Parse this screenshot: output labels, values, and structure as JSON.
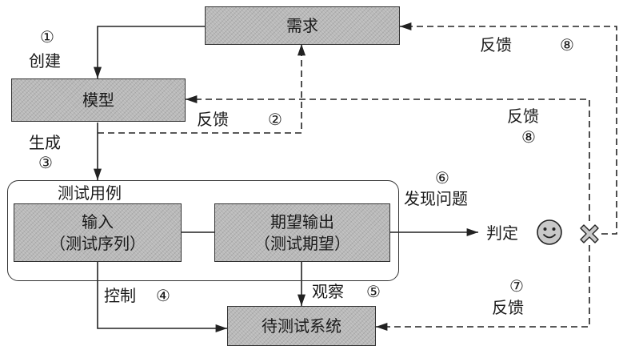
{
  "boxes": {
    "requirement": "需求",
    "model": "模型",
    "test_case_group": "测试用例",
    "input_line1": "输入",
    "input_line2": "（测试序列）",
    "expected_line1": "期望输出",
    "expected_line2": "（测试期望）",
    "sut": "待测试系统",
    "verdict": "判定"
  },
  "steps": {
    "create_num": "①",
    "create": "创建",
    "feedback2": "反馈",
    "feedback2_num": "②",
    "generate": "生成",
    "generate_num": "③",
    "control": "控制",
    "control_num": "④",
    "observe": "观察",
    "observe_num": "⑤",
    "find_issue_num": "⑥",
    "find_issue": "发现问题",
    "feedback7_num": "⑦",
    "feedback7": "反馈",
    "feedback8a": "反馈",
    "feedback8a_num": "⑧",
    "feedback8b": "反馈",
    "feedback8b_num": "⑧"
  },
  "icons": {
    "smiley": "smiley-face-icon",
    "cross": "cross-icon"
  }
}
